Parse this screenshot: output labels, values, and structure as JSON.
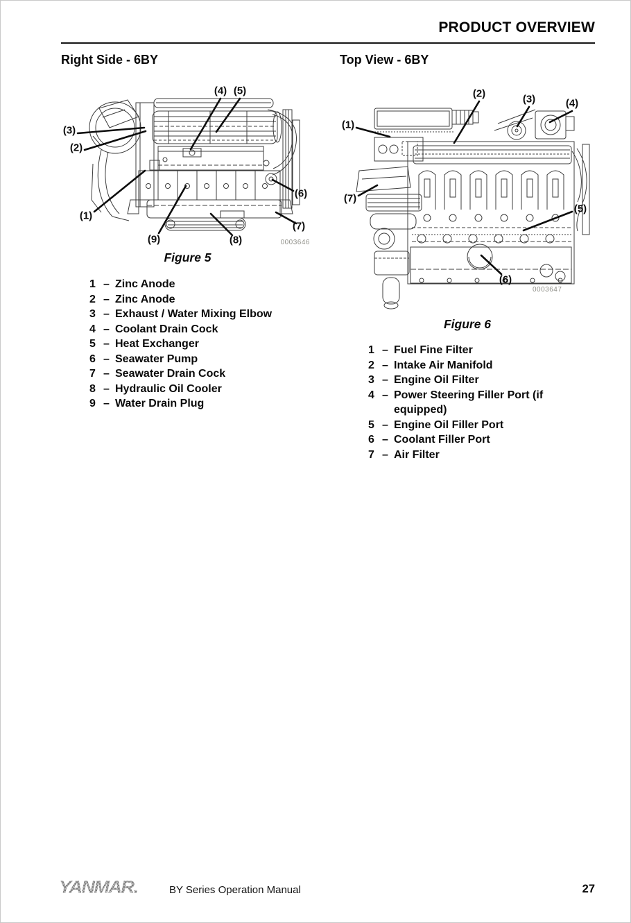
{
  "dash": "–",
  "header": {
    "title": "PRODUCT OVERVIEW"
  },
  "sections": {
    "left": {
      "heading": "Right Side - 6BY",
      "figure": {
        "caption": "Figure 5",
        "image_code": "0003646",
        "callouts": [
          "(1)",
          "(2)",
          "(3)",
          "(4)",
          "(5)",
          "(6)",
          "(7)",
          "(8)",
          "(9)"
        ]
      },
      "parts": [
        {
          "num": "1",
          "name": "Zinc Anode"
        },
        {
          "num": "2",
          "name": "Zinc Anode"
        },
        {
          "num": "3",
          "name": "Exhaust / Water Mixing Elbow"
        },
        {
          "num": "4",
          "name": "Coolant Drain Cock"
        },
        {
          "num": "5",
          "name": "Heat Exchanger"
        },
        {
          "num": "6",
          "name": "Seawater Pump"
        },
        {
          "num": "7",
          "name": "Seawater Drain Cock"
        },
        {
          "num": "8",
          "name": "Hydraulic Oil Cooler"
        },
        {
          "num": "9",
          "name": "Water Drain Plug"
        }
      ]
    },
    "right": {
      "heading": "Top View - 6BY",
      "figure": {
        "caption": "Figure 6",
        "image_code": "0003647",
        "callouts": [
          "(1)",
          "(2)",
          "(3)",
          "(4)",
          "(5)",
          "(6)",
          "(7)"
        ]
      },
      "parts": [
        {
          "num": "1",
          "name": "Fuel Fine Filter"
        },
        {
          "num": "2",
          "name": "Intake Air Manifold"
        },
        {
          "num": "3",
          "name": "Engine Oil Filter"
        },
        {
          "num": "4",
          "name": "Power Steering Filler Port (if equipped)"
        },
        {
          "num": "5",
          "name": "Engine Oil Filler Port"
        },
        {
          "num": "6",
          "name": "Coolant Filler Port"
        },
        {
          "num": "7",
          "name": "Air Filter"
        }
      ]
    }
  },
  "footer": {
    "logo": "YANMAR.",
    "manual_title": "BY Series Operation Manual",
    "page_number": "27"
  }
}
